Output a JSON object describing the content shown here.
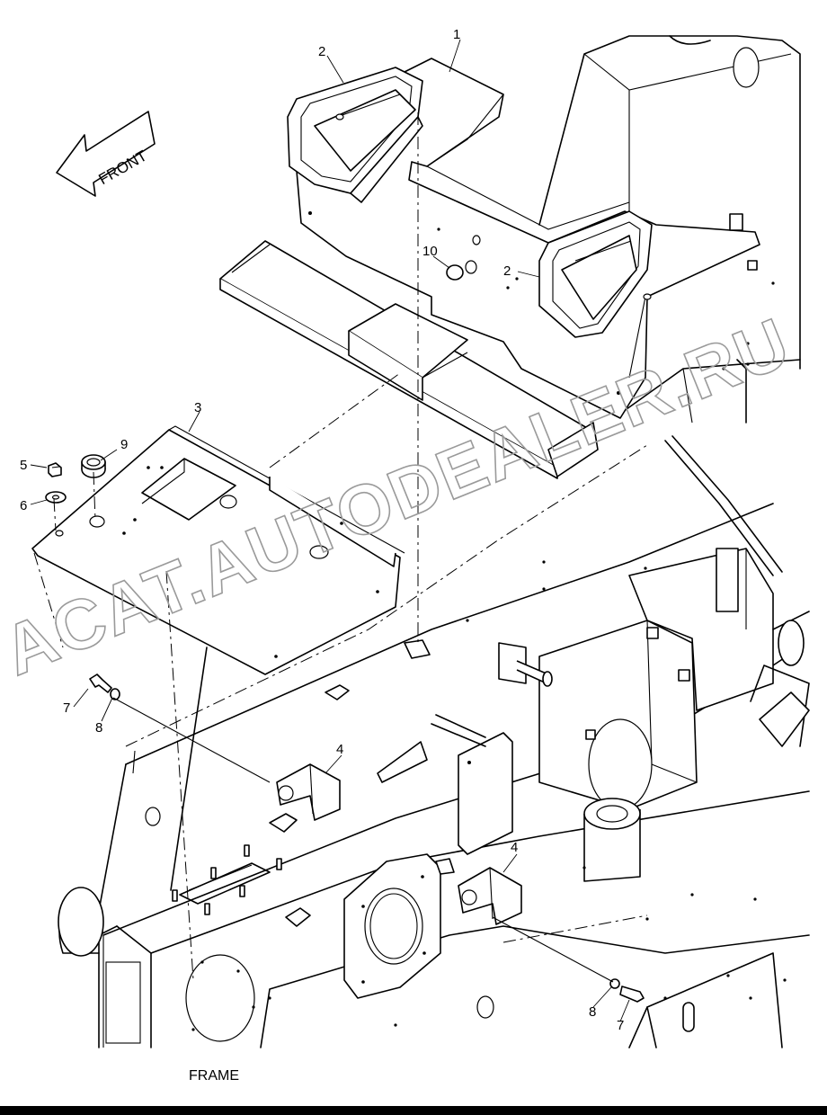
{
  "caption": "FRAME",
  "direction_label": "FRONT",
  "watermark": "ACAT.AUTODEALER.RU",
  "callouts": {
    "c1": "1",
    "c2a": "2",
    "c2b": "2",
    "c3": "3",
    "c4a": "4",
    "c4b": "4",
    "c5": "5",
    "c6": "6",
    "c7a": "7",
    "c7b": "7",
    "c8a": "8",
    "c8b": "8",
    "c9": "9",
    "c10": "10"
  }
}
